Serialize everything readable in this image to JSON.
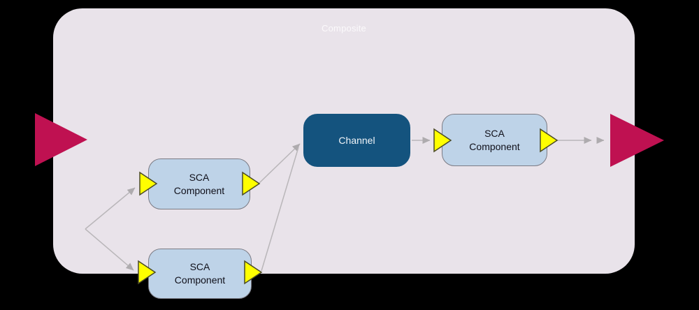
{
  "composite": {
    "label": "Composite"
  },
  "nodes": {
    "sca_upper_left": {
      "label": "SCA Component",
      "type": "component"
    },
    "sca_lower_left": {
      "label": "SCA Component",
      "type": "component"
    },
    "channel": {
      "label": "Channel",
      "type": "channel"
    },
    "sca_right": {
      "label": "SCA Component",
      "type": "component"
    }
  },
  "icons": {
    "external_input_arrow": "large crimson triangle pointing right (left edge of composite)",
    "external_output_arrow": "large crimson triangle pointing right (right edge of composite)",
    "port_triangle": "yellow triangle pointing right on component edges"
  },
  "connectors": {
    "fanout_to_upper": "branch point to upper SCA Component input port",
    "fanout_to_lower": "branch point to lower SCA Component input port",
    "upper_to_channel": "upper SCA Component output port to Channel",
    "lower_to_channel": "lower SCA Component output port to Channel",
    "channel_to_right": "Channel to right SCA Component input port",
    "right_to_boundary": "right SCA Component output port toward composite boundary",
    "boundary_to_output": "composite boundary to external output arrow"
  },
  "colors": {
    "background": "#000000",
    "composite_fill": "#e9e3ea",
    "composite_label": "#fbf9fb",
    "component_fill": "#bed3e8",
    "component_border": "#7b7b84",
    "component_text": "#10101a",
    "channel_fill": "#14537e",
    "channel_text": "#f0f4f8",
    "port_fill": "#ffff00",
    "port_border": "#4a4a26",
    "external_arrow": "#bf1151",
    "connector": "#b9b6b9"
  }
}
